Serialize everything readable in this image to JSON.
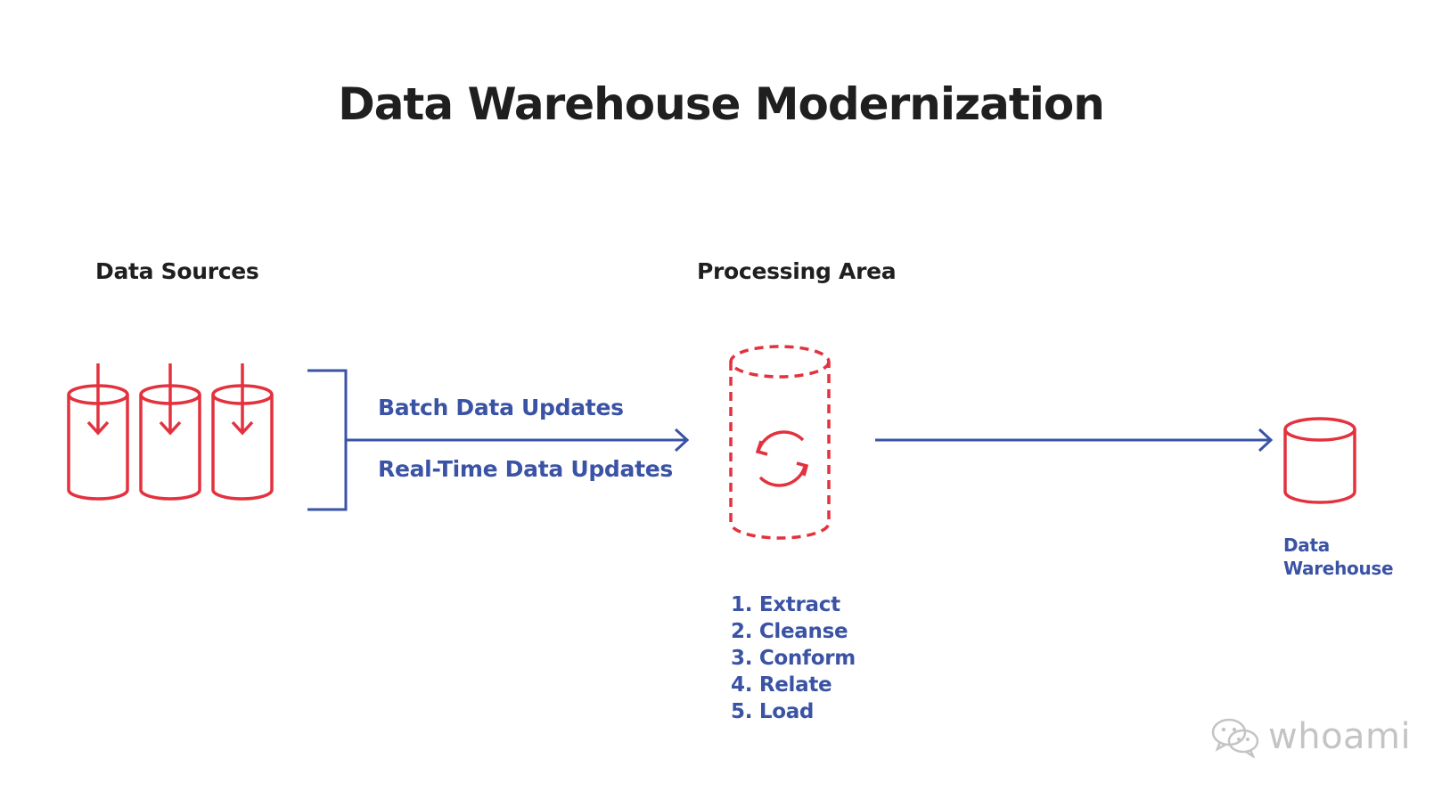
{
  "title": "Data Warehouse Modernization",
  "sections": {
    "sources_label": "Data Sources",
    "processing_label": "Processing Area"
  },
  "flows": {
    "batch_label": "Batch Data Updates",
    "realtime_label": "Real-Time Data Updates"
  },
  "processing_steps": [
    "1. Extract",
    "2. Cleanse",
    "3. Conform",
    "4. Relate",
    "5. Load"
  ],
  "warehouse_label": {
    "line1": "Data",
    "line2": "Warehouse"
  },
  "watermark": {
    "text": "whoami",
    "icon": "wechat-icon"
  },
  "colors": {
    "red": "#e3323e",
    "blue": "#3a53a4",
    "title": "#1f1f1f",
    "watermark": "#c4c4c4"
  }
}
